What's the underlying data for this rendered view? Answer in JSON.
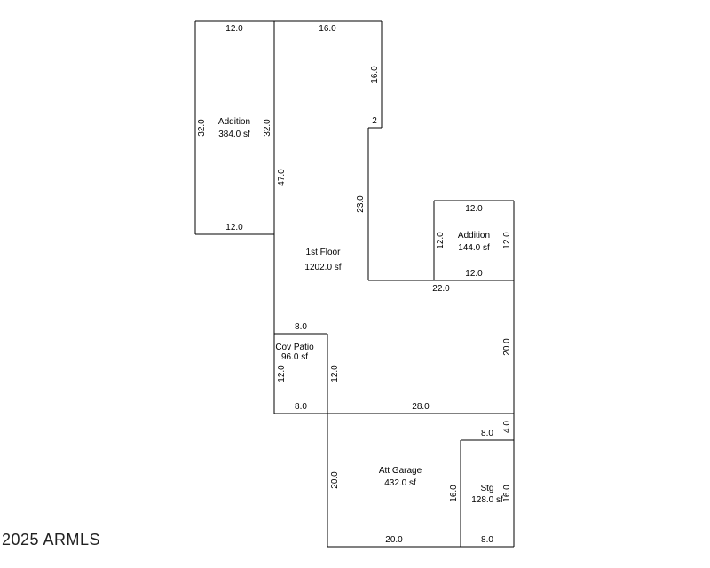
{
  "rooms": {
    "addition_left": {
      "name": "Addition",
      "area": "384.0 sf"
    },
    "first_floor": {
      "name": "1st Floor",
      "area": "1202.0 sf"
    },
    "addition_right": {
      "name": "Addition",
      "area": "144.0 sf"
    },
    "cov_patio": {
      "name": "Cov Patio",
      "area": "96.0 sf"
    },
    "att_garage": {
      "name": "Att Garage",
      "area": "432.0 sf"
    },
    "storage": {
      "name": "Stg",
      "area": "128.0 sf"
    }
  },
  "dimensions": {
    "addition_left_top": "12.0",
    "addition_left_bottom": "12.0",
    "addition_left_left": "32.0",
    "addition_left_right": "32.0",
    "floor_top": "16.0",
    "floor_right_upper": "16.0",
    "floor_notch": "2",
    "floor_left": "47.0",
    "floor_right_mid": "23.0",
    "floor_bottom_mid": "22.0",
    "floor_right_lower": "20.0",
    "addition_right_top": "12.0",
    "addition_right_bottom": "12.0",
    "addition_right_left": "12.0",
    "addition_right_right": "12.0",
    "patio_top": "8.0",
    "patio_bottom": "8.0",
    "patio_left": "12.0",
    "patio_right": "12.0",
    "garage_top": "28.0",
    "garage_left": "20.0",
    "garage_bottom": "20.0",
    "storage_top": "8.0",
    "storage_right_top": "4.0",
    "storage_left": "16.0",
    "storage_right": "16.0",
    "storage_bottom": "8.0"
  },
  "watermark": "2025 ARMLS"
}
